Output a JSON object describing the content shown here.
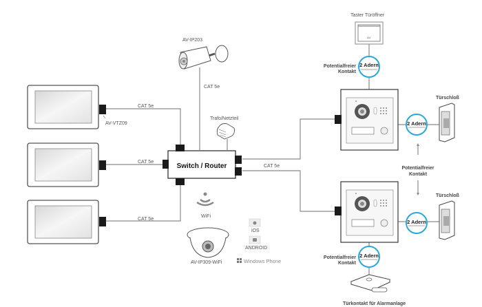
{
  "devices": {
    "monitor_model": "AV-VTZ09",
    "camera_bullet": "AV-IP203",
    "camera_dome": "AV-IP309-WiFi",
    "switch": "Switch / Router",
    "power_supply": "Trafo/Netzteil",
    "push_button": "Taster Türöffner",
    "push_button_label": "Auf",
    "door_lock_1": "Türschloß",
    "door_lock_2": "Türschloß",
    "alarm": "Türkontakt für Alarmanlage"
  },
  "cables": {
    "monitor_1": "CAT 5e",
    "monitor_2": "CAT 5e",
    "monitor_3": "CAT 5e",
    "camera": "CAT 5e",
    "outdoor": "CAT 5e"
  },
  "bubbles": {
    "top": "2 Adern",
    "lock_1": "2 Adern",
    "lock_2": "2 Adern",
    "bottom": "2 Adern"
  },
  "contacts": {
    "top_line1": "Potentialfreier",
    "top_line2": "Kontakt",
    "mid_line1": "Potentialfreier",
    "mid_line2": "Kontakt",
    "bottom_line1": "Potentialfreier",
    "bottom_line2": "Kontakt"
  },
  "connectivity": {
    "wifi": "WiFi",
    "ios": "iOS",
    "android": "ANDROID",
    "windows": "Windows Phone"
  },
  "colors": {
    "accent": "#29a8e0",
    "wire": "#8a8a8a",
    "port": "#1a1a1a"
  }
}
